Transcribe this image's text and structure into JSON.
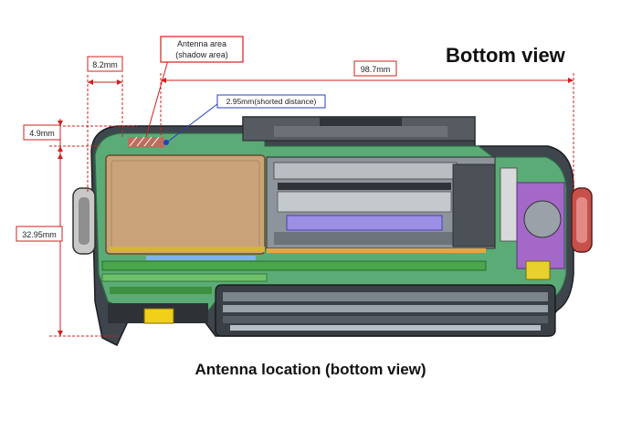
{
  "title": "Bottom view",
  "caption": "Antenna location (bottom view)",
  "callouts": {
    "antenna_area_line1": "Antenna area",
    "antenna_area_line2": "(shadow area)",
    "shortest_distance": "2.95mm(shorted distance)"
  },
  "dimensions": {
    "width_8_2": "8.2mm",
    "width_98_7": "98.7mm",
    "height_4_9": "4.9mm",
    "height_32_95": "32.95mm"
  },
  "colors": {
    "dimension_line": "#d21f1f",
    "antenna_box": "#d21f1f",
    "distance_box": "#2a3fbf",
    "body_green": "#5bab77",
    "battery": "#c9a47a",
    "dark_body": "#3a3f45",
    "grip_red": "#c8504a"
  }
}
